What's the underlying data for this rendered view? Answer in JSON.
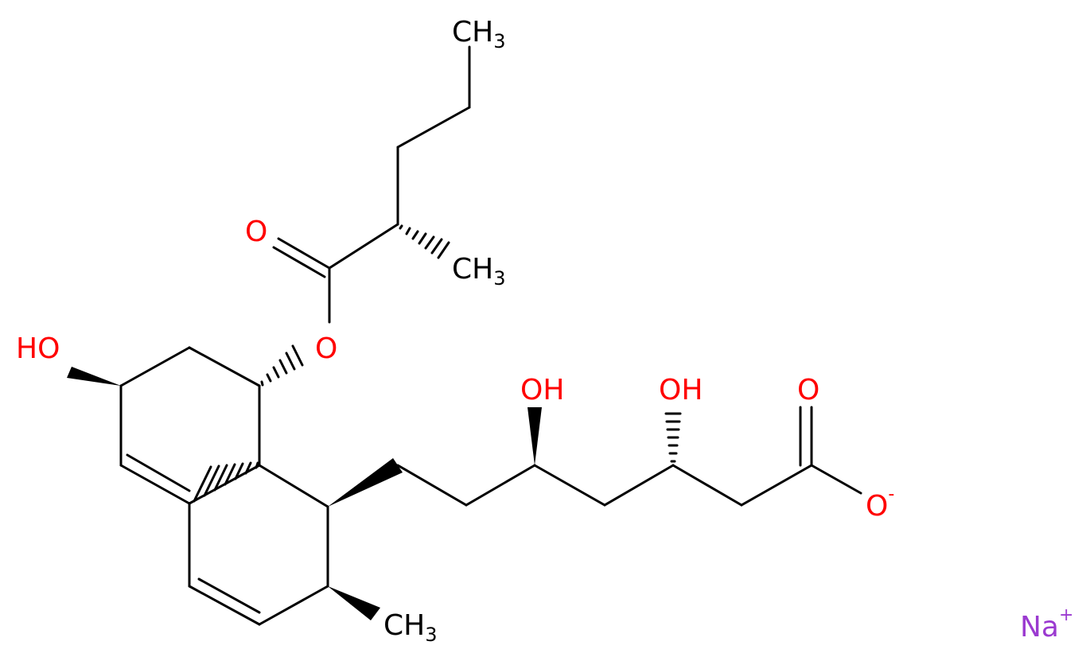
{
  "molecule": {
    "colors": {
      "carbon": "#000000",
      "oxygen": "#ff0000",
      "sodium": "#9b3ad0"
    },
    "labels": {
      "ch3_top": {
        "main": "CH",
        "sub": "3"
      },
      "ch3_ester_methyl": {
        "main": "CH",
        "sub": "3"
      },
      "ch3_ring_methyl": {
        "main": "CH",
        "sub": "3"
      },
      "o_ester_carbonyl": "O",
      "o_ester_link": "O",
      "ho_ring": "HO",
      "oh_chain_1": "OH",
      "oh_chain_2": "OH",
      "o_carboxyl": "O",
      "o_carboxylate": {
        "main": "O",
        "charge": "-"
      },
      "sodium": {
        "main": "Na",
        "charge": "+"
      }
    }
  }
}
